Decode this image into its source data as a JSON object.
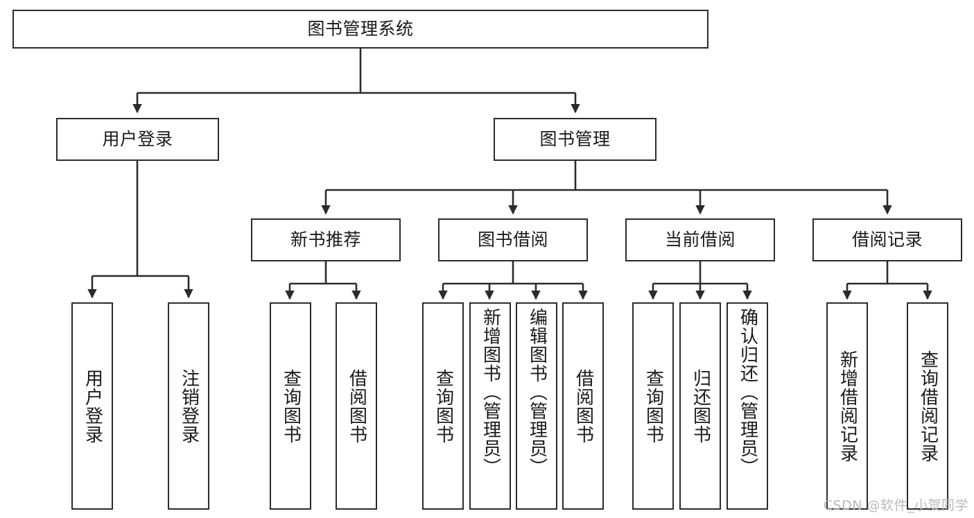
{
  "diagram": {
    "title": "图书管理系统",
    "type": "tree-hierarchy",
    "watermark": "CSDN @软件_小贺同学",
    "colors": {
      "stroke": "#2b2b2b",
      "fill": "#ffffff",
      "text": "#1a1a1a",
      "watermark": "#b9b9b9"
    },
    "nodes": {
      "root": {
        "label": "图书管理系统"
      },
      "level2": [
        {
          "label": "用户登录"
        },
        {
          "label": "图书管理"
        }
      ],
      "level3": [
        {
          "label": "新书推荐"
        },
        {
          "label": "图书借阅"
        },
        {
          "label": "当前借阅"
        },
        {
          "label": "借阅记录"
        }
      ],
      "leaves": {
        "user_login": [
          {
            "label": "用户登录"
          },
          {
            "label": "注销登录"
          }
        ],
        "new_book": [
          {
            "label": "查询图书"
          },
          {
            "label": "借阅图书"
          }
        ],
        "borrow_book": [
          {
            "label": "查询图书"
          },
          {
            "label": "新增图书（管理员）"
          },
          {
            "label": "编辑图书（管理员）"
          },
          {
            "label": "借阅图书"
          }
        ],
        "current_borrow": [
          {
            "label": "查询图书"
          },
          {
            "label": "归还图书"
          },
          {
            "label": "确认归还（管理员）"
          }
        ],
        "borrow_record": [
          {
            "label": "新增借阅记录"
          },
          {
            "label": "查询借阅记录"
          }
        ]
      }
    }
  }
}
